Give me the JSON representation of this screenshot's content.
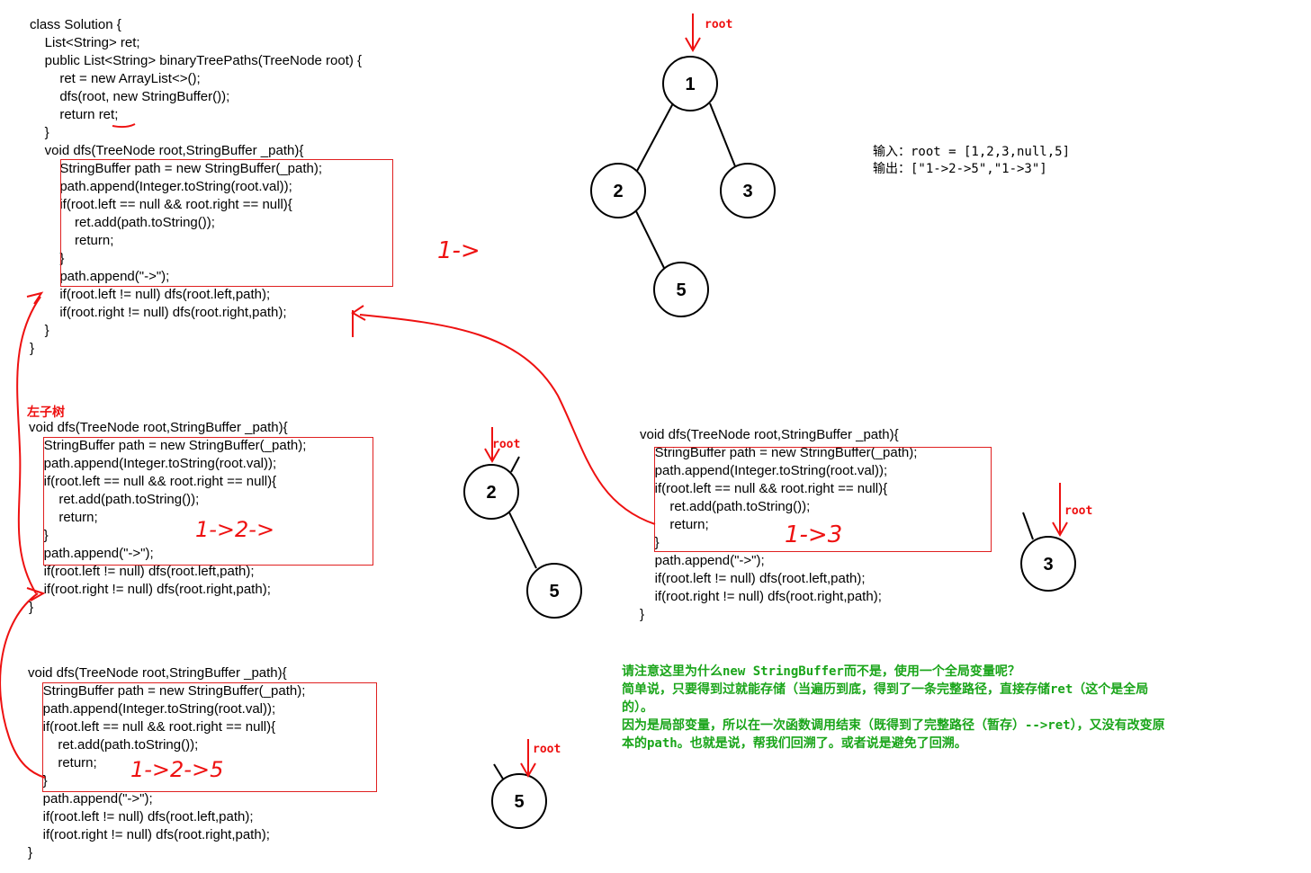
{
  "main_code": [
    "class Solution {",
    "    List<String> ret;",
    "    public List<String> binaryTreePaths(TreeNode root) {",
    "        ret = new ArrayList<>();",
    "        dfs(root, new StringBuffer());",
    "        return ret;",
    "    }",
    "    void dfs(TreeNode root,StringBuffer _path){",
    "        StringBuffer path = new StringBuffer(_path);",
    "        path.append(Integer.toString(root.val));",
    "        if(root.left == null && root.right == null){",
    "            ret.add(path.toString());",
    "            return;",
    "        }",
    "        path.append(\"->\");",
    "        if(root.left != null) dfs(root.left,path);",
    "        if(root.right != null) dfs(root.right,path);",
    "    }",
    "}"
  ],
  "dfs_code": [
    "void dfs(TreeNode root,StringBuffer _path){",
    "    StringBuffer path = new StringBuffer(_path);",
    "    path.append(Integer.toString(root.val));",
    "    if(root.left == null && root.right == null){",
    "        ret.add(path.toString());",
    "        return;",
    "    }",
    "    path.append(\"->\");",
    "    if(root.left != null) dfs(root.left,path);",
    "    if(root.right != null) dfs(root.right,path);",
    "}"
  ],
  "io": {
    "input": "输入：root = [1,2,3,null,5]",
    "output": "输出：[\"1->2->5\",\"1->3\"]"
  },
  "left_subtree_label": "左子树",
  "root_label": "root",
  "tree_nodes": {
    "n1": "1",
    "n2": "2",
    "n3": "3",
    "n5": "5"
  },
  "handwritten": {
    "path_top": "1->",
    "path_left": "1->2->",
    "path_right": "1->3",
    "path_bottom": "1->2->5"
  },
  "note_lines": [
    "请注意这里为什么new StringBuffer而不是，使用一个全局变量呢？",
    "简单说，只要得到过就能存储（当遍历到底，得到了一条完整路径，直接存储ret（这个是全局",
    "的）。",
    "因为是局部变量，所以在一次函数调用结束（既得到了完整路径（暂存）-->ret），又没有改变原",
    "本的path。也就是说，帮我们回溯了。或者说是避免了回溯。"
  ],
  "colors": {
    "annotation_red": "#e11111",
    "note_green": "#1aa51a",
    "box_red": "#e02020"
  }
}
